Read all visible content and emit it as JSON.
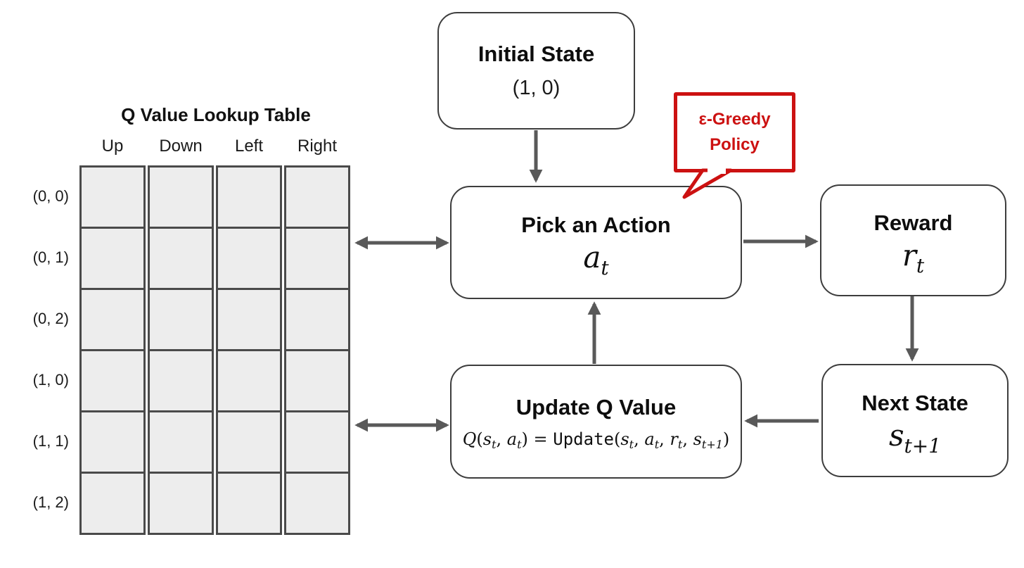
{
  "diagram": {
    "lookup_table": {
      "title": "Q Value Lookup Table",
      "columns": [
        "Up",
        "Down",
        "Left",
        "Right"
      ],
      "rows": [
        "(0, 0)",
        "(0, 1)",
        "(0, 2)",
        "(1, 0)",
        "(1, 1)",
        "(1, 2)"
      ],
      "cells_empty": true
    },
    "nodes": {
      "initial_state": {
        "title": "Initial State",
        "subtitle": "(1, 0)"
      },
      "pick_action": {
        "title": "Pick an Action",
        "math": {
          "base": "a",
          "sub": "t"
        }
      },
      "reward": {
        "title": "Reward",
        "math": {
          "base": "r",
          "sub": "t"
        }
      },
      "next_state": {
        "title": "Next State",
        "math": {
          "base": "s",
          "sub": "t+1"
        }
      },
      "update_q": {
        "title": "Update Q Value",
        "formula_plain": "Q(s_t, a_t) = Update(s_t, a_t, r_t, s_t+1)",
        "formula_tokens": [
          {
            "t": "Q",
            "st": "it"
          },
          {
            "t": "(",
            "st": "rm"
          },
          {
            "t": "s",
            "st": "it"
          },
          {
            "t": "t",
            "st": "sub"
          },
          {
            "t": ", ",
            "st": "rm"
          },
          {
            "t": "a",
            "st": "it"
          },
          {
            "t": "t",
            "st": "sub"
          },
          {
            "t": ") = ",
            "st": "rm"
          },
          {
            "t": "Update",
            "st": "tt"
          },
          {
            "t": "(",
            "st": "rm"
          },
          {
            "t": "s",
            "st": "it"
          },
          {
            "t": "t",
            "st": "sub"
          },
          {
            "t": ", ",
            "st": "rm"
          },
          {
            "t": "a",
            "st": "it"
          },
          {
            "t": "t",
            "st": "sub"
          },
          {
            "t": ", ",
            "st": "rm"
          },
          {
            "t": "r",
            "st": "it"
          },
          {
            "t": "t",
            "st": "sub"
          },
          {
            "t": ", ",
            "st": "rm"
          },
          {
            "t": "s",
            "st": "it"
          },
          {
            "t": "t+1",
            "st": "sub"
          },
          {
            "t": ")",
            "st": "rm"
          }
        ]
      }
    },
    "callout": {
      "line1": "ε-Greedy",
      "line2": "Policy"
    },
    "colors": {
      "accent_red": "#cc1111",
      "arrow_gray": "#595959",
      "box_border": "#3d3d3d",
      "cell_fill": "#ededed"
    }
  }
}
